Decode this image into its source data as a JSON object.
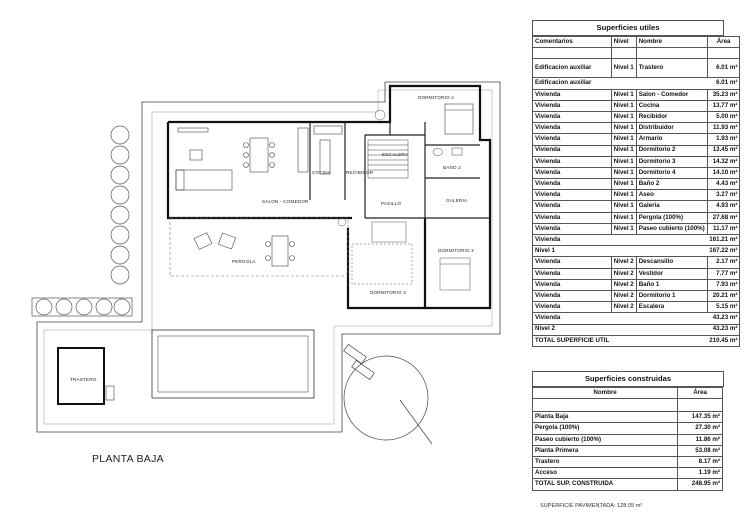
{
  "plan": {
    "title": "PLANTA BAJA",
    "paving_note": "SUPERFICIE PAVIMENTADA: 128.05 m²",
    "room_labels": {
      "dormitorio4": "DORMITORIO 4",
      "escalera": "ESCALERA",
      "bano2": "BAÑO 2",
      "cocina": "COCINA",
      "recibidor": "RECIBIDOR",
      "salon": "SALON - COMEDOR",
      "pasillo": "PASILLO",
      "galeria": "GALERIA",
      "pergola": "PERGOLA",
      "dormitorio3": "DORMITORIO 3",
      "dormitorio2": "DORMITORIO 2",
      "trastero": "TRASTERO"
    }
  },
  "utiles": {
    "title": "Superficies utiles",
    "headers": {
      "comentarios": "Comentarios",
      "nivel": "Nivel",
      "nombre": "Nombre",
      "area": "Área"
    },
    "rows": [
      [
        "Edificacion auxiliar",
        "Nivel 1",
        "Trastero",
        "6.01 m²"
      ],
      [
        "Edificacion auxiliar",
        "",
        "",
        "6.01 m²"
      ],
      [
        "Vivienda",
        "Nivel 1",
        "Salon - Comedor",
        "35.23 m²"
      ],
      [
        "Vivienda",
        "Nivel 1",
        "Cocina",
        "13.77 m²"
      ],
      [
        "Vivienda",
        "Nivel 1",
        "Recibidor",
        "5.00 m²"
      ],
      [
        "Vivienda",
        "Nivel 1",
        "Distribuidor",
        "11.93 m²"
      ],
      [
        "Vivienda",
        "Nivel 1",
        "Armario",
        "1.93 m²"
      ],
      [
        "Vivienda",
        "Nivel 1",
        "Dormitorio 2",
        "13.45 m²"
      ],
      [
        "Vivienda",
        "Nivel 1",
        "Dormitorio 3",
        "14.32 m²"
      ],
      [
        "Vivienda",
        "Nivel 1",
        "Dormitorio 4",
        "14.10 m²"
      ],
      [
        "Vivienda",
        "Nivel 1",
        "Baño 2",
        "4.43 m²"
      ],
      [
        "Vivienda",
        "Nivel 1",
        "Aseo",
        "3.27 m²"
      ],
      [
        "Vivienda",
        "Nivel 1",
        "Galeria",
        "4.93 m²"
      ],
      [
        "Vivienda",
        "Nivel 1",
        "Pergola (100%)",
        "27.68 m²"
      ],
      [
        "Vivienda",
        "Nivel 1",
        "Paseo cubierto (100%)",
        "11.17 m²"
      ],
      [
        "Vivienda",
        "",
        "",
        "161.21 m²"
      ],
      [
        "Nivel 1",
        "",
        "",
        "167.22 m²"
      ],
      [
        "Vivienda",
        "Nivel 2",
        "Descansillo",
        "2.17 m²"
      ],
      [
        "Vivienda",
        "Nivel 2",
        "Vestidor",
        "7.77 m²"
      ],
      [
        "Vivienda",
        "Nivel 2",
        "Baño 1",
        "7.93 m²"
      ],
      [
        "Vivienda",
        "Nivel 2",
        "Dormitorio 1",
        "20.21 m²"
      ],
      [
        "Vivienda",
        "Nivel 2",
        "Escalera",
        "5.15 m²"
      ],
      [
        "Vivienda",
        "",
        "",
        "43.23 m²"
      ],
      [
        "Nivel 2",
        "",
        "",
        "43.23 m²"
      ],
      [
        "TOTAL SUPERFICIE UTIL",
        "",
        "",
        "210.45 m²"
      ]
    ]
  },
  "construidas": {
    "title": "Superficies construidas",
    "headers": {
      "nombre": "Nombre",
      "area": "Área"
    },
    "rows": [
      [
        "Planta Baja",
        "147.35 m²"
      ],
      [
        "Pergola (100%)",
        "27.30 m²"
      ],
      [
        "Paseo cubierto (100%)",
        "11.86 m²"
      ],
      [
        "Planta Primera",
        "53.08 m²"
      ],
      [
        "Trastero",
        "8.17 m²"
      ],
      [
        "Acceso",
        "1.19 m²"
      ],
      [
        "TOTAL SUP. CONSTRUIDA",
        "248.95 m²"
      ]
    ]
  }
}
